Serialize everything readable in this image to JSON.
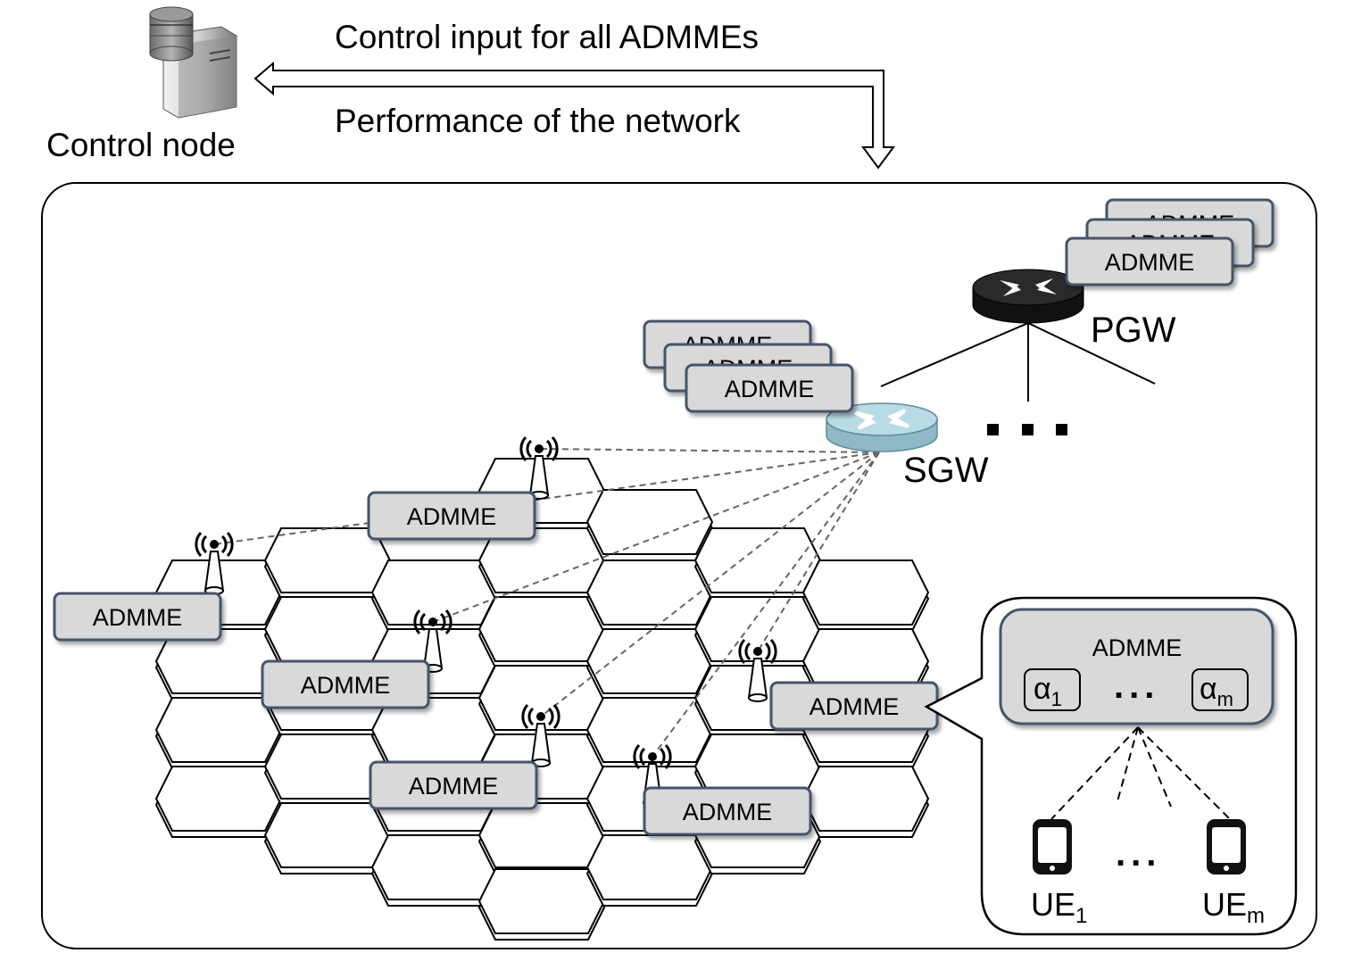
{
  "control_node": {
    "label": "Control node"
  },
  "arrows": {
    "control_input": "Control input for all ADMMEs",
    "performance": "Performance of the network"
  },
  "admme_label": "ADMME",
  "pgw": {
    "label": "PGW"
  },
  "sgw": {
    "label": "SGW"
  },
  "ellipsis": "...",
  "detail": {
    "title": "ADMME",
    "alpha_first": "α",
    "alpha_first_sub": "1",
    "alpha_last": "α",
    "alpha_last_sub": "m",
    "ue_first": "UE",
    "ue_first_sub": "1",
    "ue_last": "UE",
    "ue_last_sub": "m"
  },
  "colors": {
    "admme_fill": "#d9d9d9",
    "admme_stroke": "#44546a",
    "sgw_fill": "#a9cfd9",
    "pgw_fill": "#1a1a1a"
  }
}
